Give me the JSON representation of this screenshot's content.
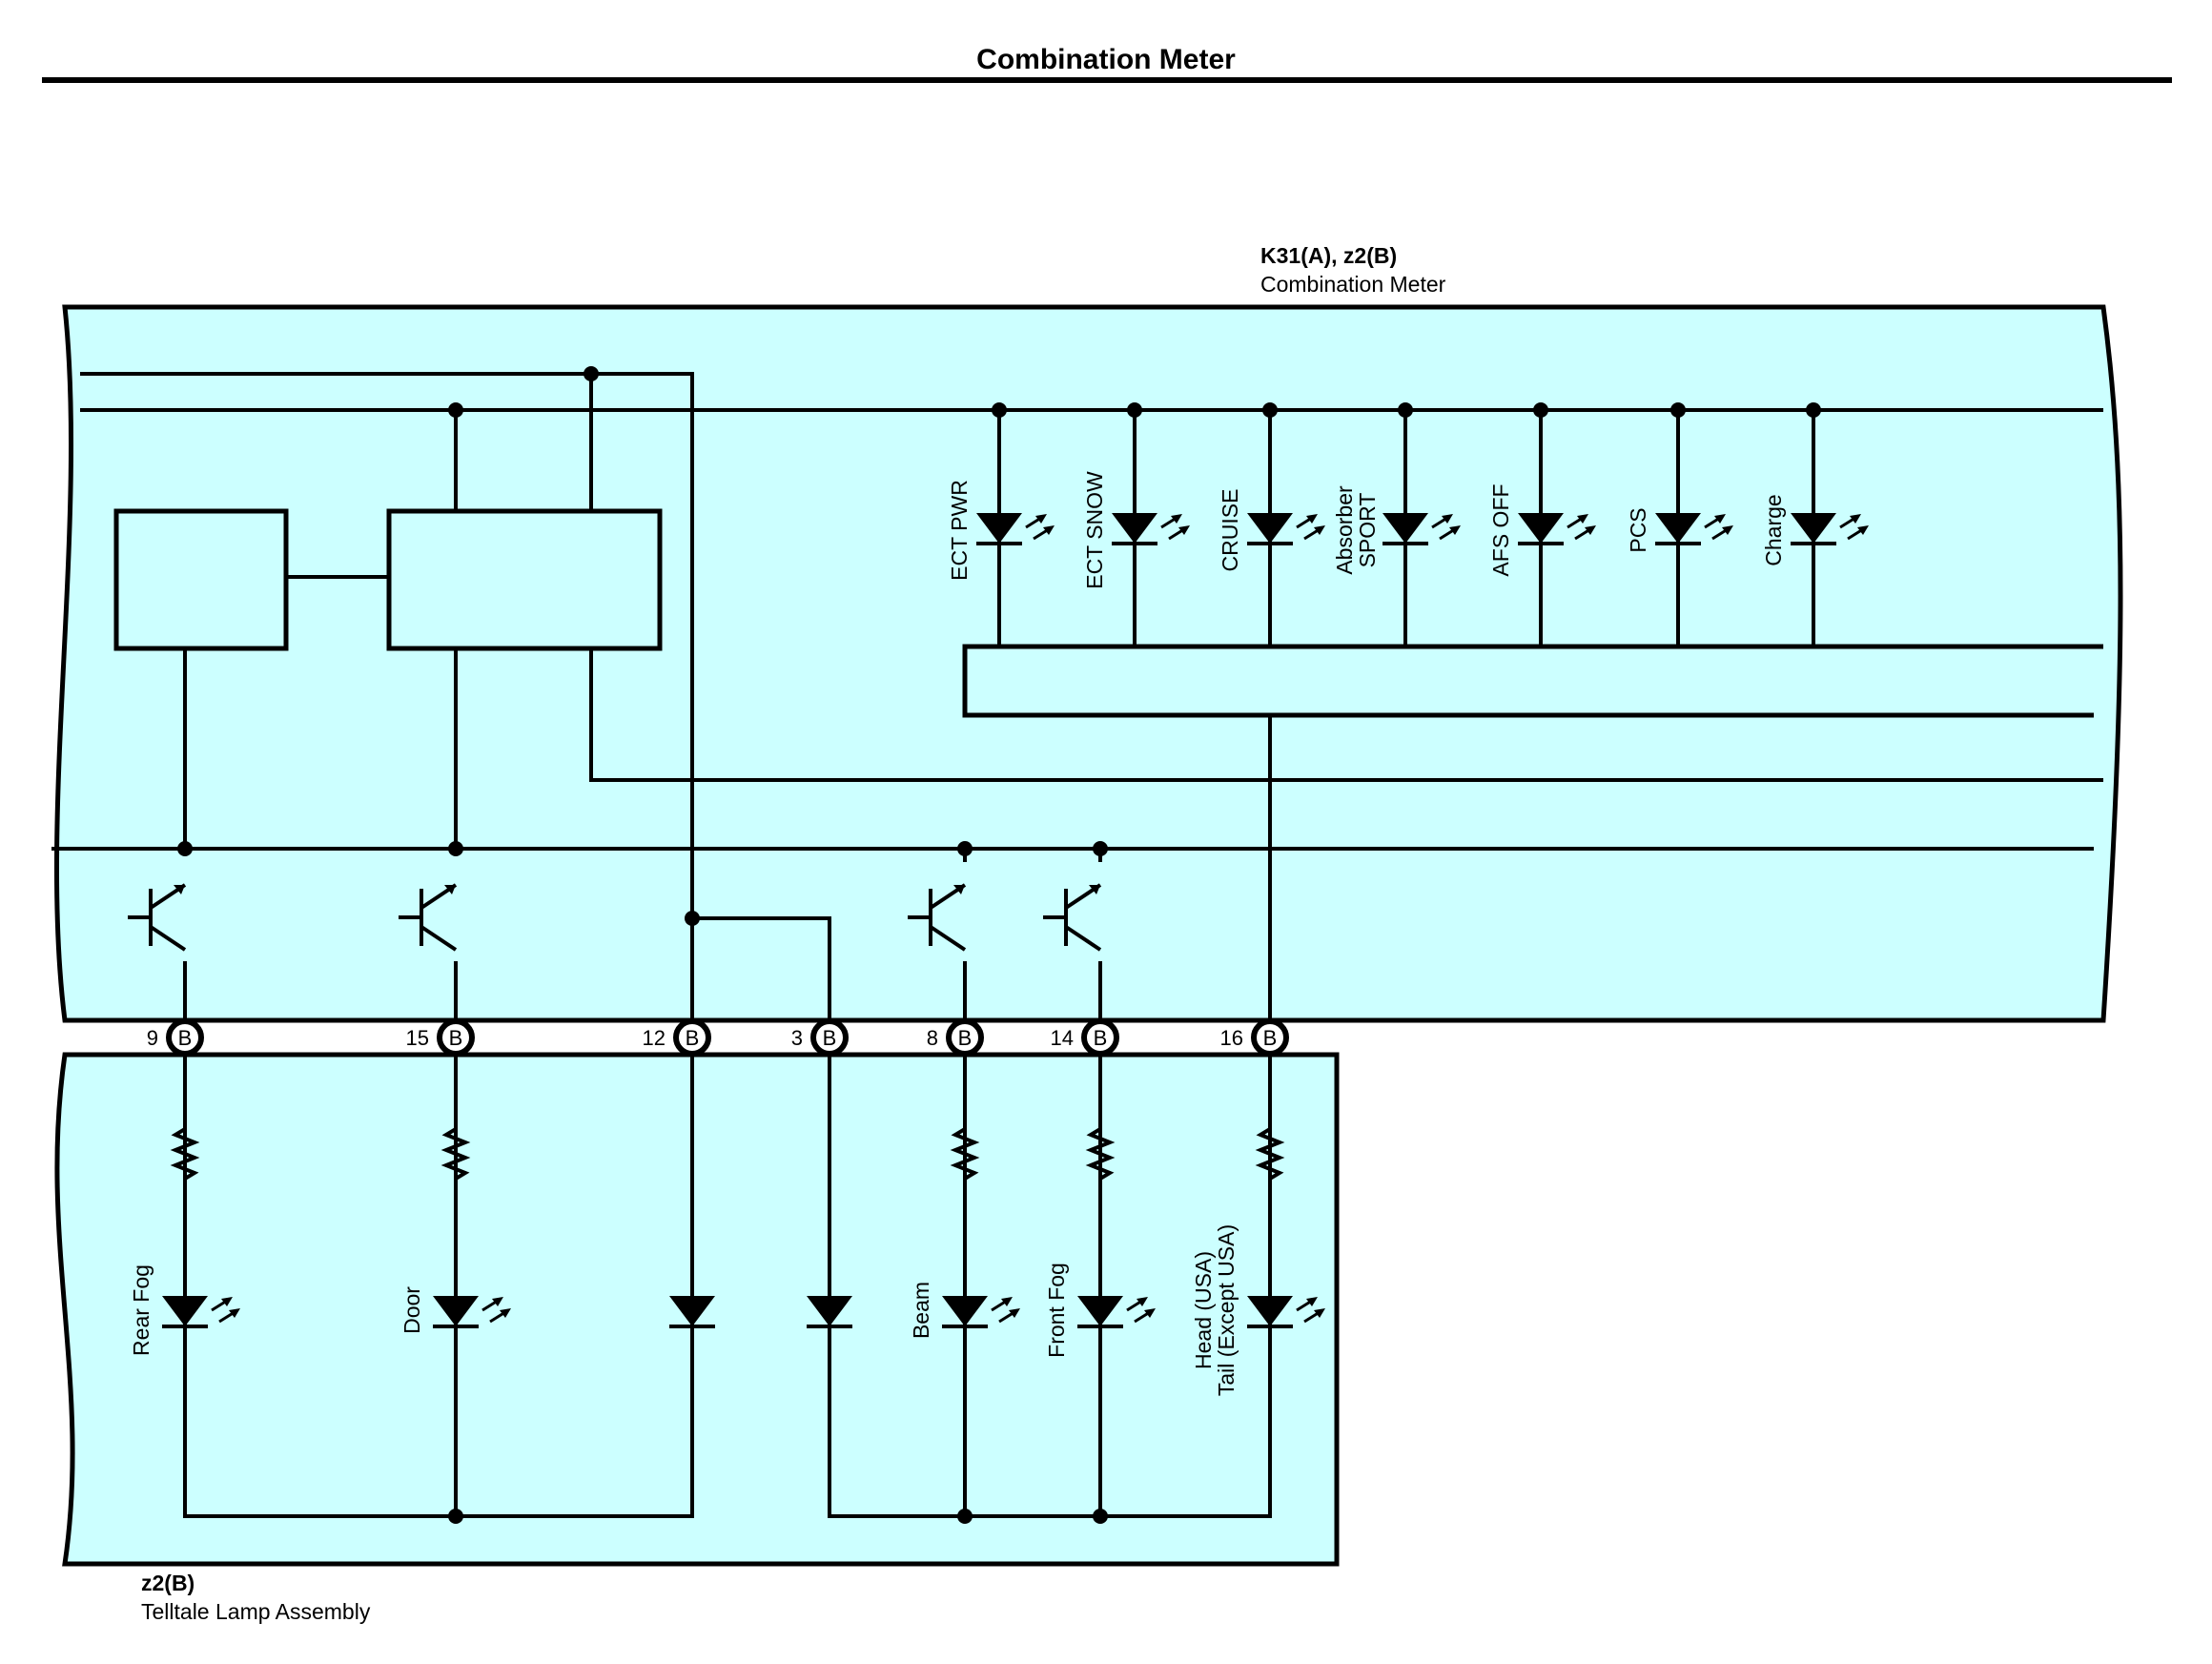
{
  "header": {
    "title": "Combination Meter"
  },
  "meter_block": {
    "connector_ref": "K31(A), z2(B)",
    "name": "Combination Meter"
  },
  "lamp_block": {
    "connector_ref": "z2(B)",
    "name": "Telltale Lamp Assembly"
  },
  "meter_indicators": [
    {
      "label": "ECT PWR"
    },
    {
      "label": "ECT SNOW"
    },
    {
      "label": "CRUISE"
    },
    {
      "label": "Absorber",
      "label2": "SPORT"
    },
    {
      "label": "AFS OFF"
    },
    {
      "label": "PCS"
    },
    {
      "label": "Charge"
    }
  ],
  "pins": [
    {
      "number": "9",
      "connector": "B"
    },
    {
      "number": "15",
      "connector": "B"
    },
    {
      "number": "12",
      "connector": "B"
    },
    {
      "number": "3",
      "connector": "B"
    },
    {
      "number": "8",
      "connector": "B"
    },
    {
      "number": "14",
      "connector": "B"
    },
    {
      "number": "16",
      "connector": "B"
    }
  ],
  "telltale_lamps": [
    {
      "label": "Rear Fog"
    },
    {
      "label": "Door"
    },
    {
      "label": "Beam"
    },
    {
      "label": "Front Fog"
    },
    {
      "label": "Head (USA)",
      "label2": "Tail (Except USA)"
    }
  ],
  "colors": {
    "block_fill": "#ccffff",
    "wire": "#000000"
  }
}
